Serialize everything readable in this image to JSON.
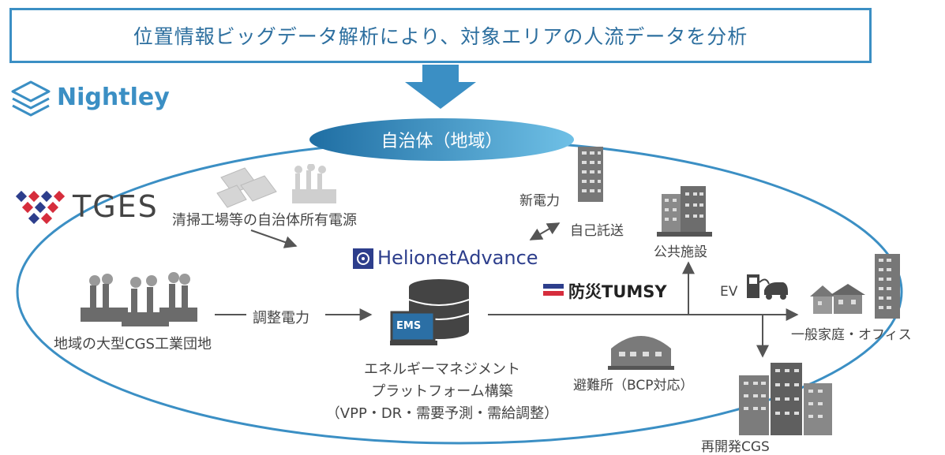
{
  "banner_text": "位置情報ビッグデータ解析により、対象エリアの人流データを分析",
  "nightley_logo": "Nightley",
  "tges_logo": "TGES",
  "municipality": "自治体（地域）",
  "helionet_logo": "HelionetAdvance",
  "tumsy_logo": "防災TUMSY",
  "labels": {
    "cleaning_plant": "清掃工場等の自治体所有電源",
    "cgs_industrial": "地域の大型CGS工業団地",
    "adjust_power": "調整電力",
    "ems_tag": "EMS",
    "ems_line1": "エネルギーマネジメント",
    "ems_line2": "プラットフォーム構築",
    "ems_line3": "（VPP・DR・需要予測・需給調整）",
    "new_power": "新電力",
    "self_wheeling": "自己託送",
    "public_facility": "公共施設",
    "ev": "EV",
    "home_office": "一般家庭・オフィス",
    "shelter": "避難所（BCP対応）",
    "redevelop_cgs": "再開発CGS"
  },
  "colors": {
    "accent": "#3b8fc4",
    "ellipse": "#3b8fc4",
    "arrow": "#555555",
    "tges_blue": "#2d3e8c",
    "tges_red": "#d62d3c",
    "helionet_blue": "#2d3e8c"
  }
}
